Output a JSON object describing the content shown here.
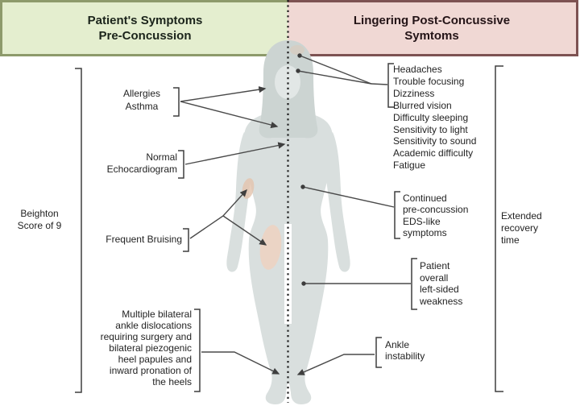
{
  "headers": {
    "pre": {
      "line1": "Patient's Symptoms",
      "line2": "Pre-Concussion"
    },
    "post": {
      "line1": "Lingering Post-Concussive",
      "line2": "Symtoms"
    }
  },
  "left_column": {
    "beighton": {
      "line1": "Beighton",
      "line2": "Score of 9"
    },
    "allergies": {
      "line1": "Allergies",
      "line2": "Asthma"
    },
    "echocardiogram": {
      "line1": "Normal",
      "line2": "Echocardiogram"
    },
    "bruising": {
      "label": "Frequent Bruising"
    },
    "ankle_history": {
      "lines": [
        "Multiple bilateral",
        "ankle dislocations",
        "requiring surgery and",
        "bilateral piezogenic",
        "heel papules and",
        "inward pronation of",
        "the heels"
      ]
    }
  },
  "right_column": {
    "symptoms": [
      "Headaches",
      "Trouble focusing",
      "Dizziness",
      "Blurred vision",
      "Difficulty sleeping",
      "Sensitivity to light",
      "Sensitivity to sound",
      "Academic difficulty",
      "Fatigue"
    ],
    "eds": {
      "lines": [
        "Continued",
        "pre-concussion",
        "EDS-like",
        "symptoms"
      ]
    },
    "weakness": {
      "lines": [
        "Patient",
        "overall",
        "left-sided",
        "weakness"
      ]
    },
    "ankle": {
      "lines": [
        "Ankle",
        "instability"
      ]
    },
    "recovery": {
      "lines": [
        "Extended",
        "recovery",
        "time"
      ]
    }
  },
  "colors": {
    "pre_header_bg": "#e4eecf",
    "pre_header_border": "#8d9a6b",
    "post_header_bg": "#f0d8d4",
    "post_header_border": "#7d5252",
    "body_gray": "#d9dfde",
    "hair_gray": "#ccd4d2",
    "face_gray": "#e2e7e6",
    "bruise": "#e4c3ac",
    "line": "#4a4a4a"
  },
  "icons": {
    "divider": "dotted-line-icon",
    "arrow": "arrowhead-icon",
    "point": "dot-marker-icon"
  }
}
